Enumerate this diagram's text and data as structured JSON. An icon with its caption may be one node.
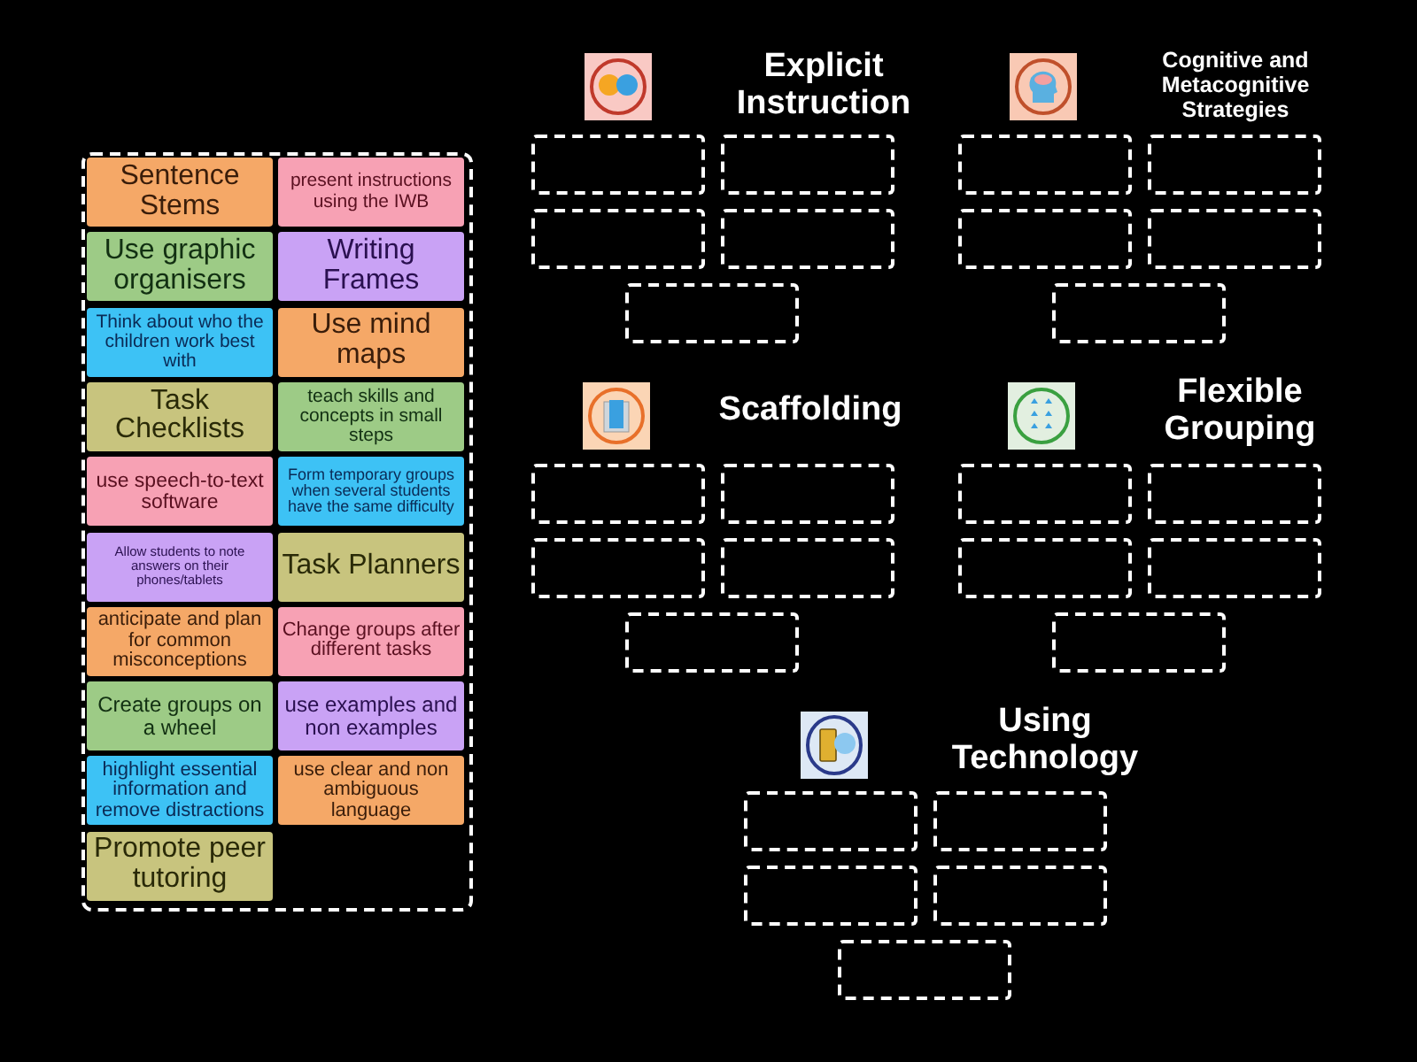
{
  "diagram": {
    "nodes": [
      {
        "text": [],
        "shape": "box"
      },
      {
        "text": [
          "Sentence Stems"
        ],
        "in": 0
      },
      {
        "text": [
          "present instructions using the IWB"
        ],
        "in": 0
      },
      {
        "text": [
          "Use graphic organisers"
        ],
        "in": 0
      },
      {
        "text": [
          "Writing Frames"
        ],
        "in": 0
      },
      {
        "text": [
          "Think about who the children work best with"
        ],
        "in": 0
      },
      {
        "text": [
          "Use mind maps"
        ],
        "in": 0
      },
      {
        "text": [
          "Task Checklists"
        ],
        "in": 0
      },
      {
        "text": [
          "teach skills and concepts in small steps"
        ],
        "in": 0
      },
      {
        "text": [
          "use speech-to-text software"
        ],
        "in": 0
      },
      {
        "text": [
          "Form temporary groups when several students have the same difficulty"
        ],
        "in": 0
      },
      {
        "text": [
          "Allow students to note answers on their phones/tablets"
        ],
        "in": 0
      },
      {
        "text": [
          "Task Planners"
        ],
        "in": 0
      },
      {
        "text": [
          "anticipate and plan for common misconceptions"
        ],
        "in": 0
      },
      {
        "text": [
          "Change groups after different tasks"
        ],
        "in": 0
      },
      {
        "text": [
          "Create groups on a wheel"
        ],
        "in": 0
      },
      {
        "text": [
          "use examples and non examples"
        ],
        "in": 0
      },
      {
        "text": [
          "highlight essential information and remove distractions"
        ],
        "in": 0
      },
      {
        "text": [
          "use clear and non ambiguous language"
        ],
        "in": 0
      },
      {
        "text": [
          "Promote peer tutoring"
        ],
        "in": 0
      },
      {
        "text": [],
        "shape": "box"
      },
      {
        "text": [],
        "shape": "box"
      },
      {
        "text": [],
        "shape": "box"
      },
      {
        "text": [],
        "shape": "box"
      },
      {
        "text": [],
        "shape": "box"
      },
      {
        "text": [],
        "shape": "box"
      },
      {
        "text": [],
        "shape": "box"
      },
      {
        "text": [],
        "shape": "box"
      },
      {
        "text": [],
        "shape": "box"
      },
      {
        "text": [],
        "shape": "box"
      },
      {
        "text": [],
        "shape": "box"
      },
      {
        "text": [],
        "shape": "box"
      },
      {
        "text": [],
        "shape": "box"
      },
      {
        "text": [],
        "shape": "box"
      },
      {
        "text": [],
        "shape": "box"
      },
      {
        "text": [],
        "shape": "box"
      },
      {
        "text": [],
        "shape": "box"
      },
      {
        "text": [],
        "shape": "box"
      },
      {
        "text": [],
        "shape": "box"
      },
      {
        "text": [],
        "shape": "box"
      },
      {
        "text": [],
        "shape": "box"
      },
      {
        "text": [],
        "shape": "box"
      },
      {
        "text": [],
        "shape": "box"
      },
      {
        "text": [],
        "shape": "box"
      },
      {
        "text": [],
        "shape": "box"
      }
    ],
    "labels": [
      "Explicit Instruction",
      "Cognitive and Metacognitive Strategies",
      "Scaffolding",
      "Flexible Grouping",
      "Using Technology"
    ]
  }
}
